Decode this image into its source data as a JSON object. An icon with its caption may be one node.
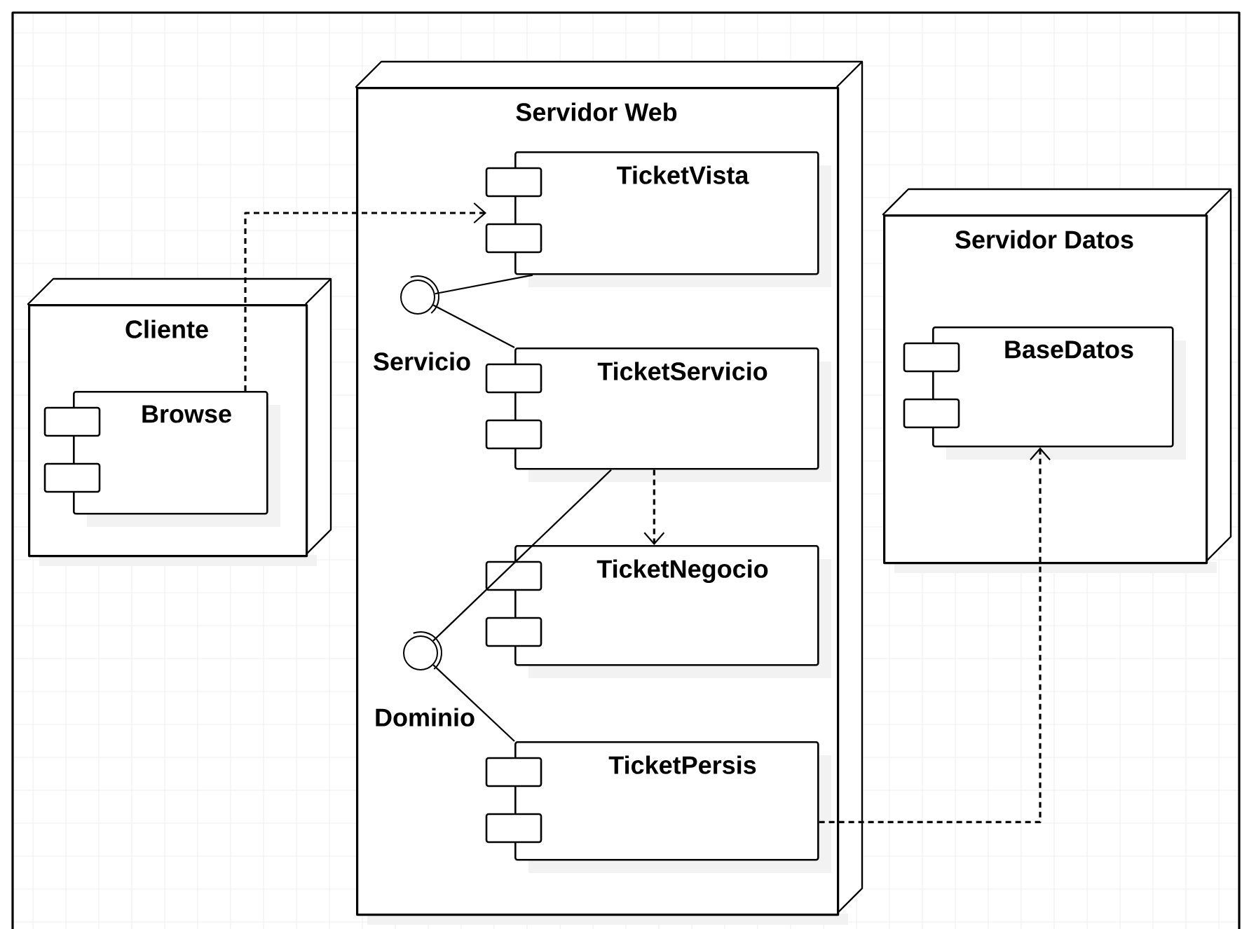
{
  "diagram": {
    "nodes": [
      {
        "text": [
          "Cliente"
        ]
      },
      {
        "text": [
          "Browse"
        ],
        "in": 0
      },
      {
        "text": [
          "Servidor Web"
        ]
      },
      {
        "text": [
          "TicketVista"
        ],
        "in": 2
      },
      {
        "text": [
          "Servicio"
        ],
        "in": 2
      },
      {
        "text": [
          "TicketServicio"
        ],
        "in": 2
      },
      {
        "text": [
          "TicketNegocio"
        ],
        "in": 2
      },
      {
        "text": [
          "Dominio"
        ],
        "in": 2
      },
      {
        "text": [
          "TicketPersis"
        ],
        "in": 2
      },
      {
        "text": [
          "Servidor Datos"
        ]
      },
      {
        "text": [
          "BaseDatos"
        ],
        "in": 9
      }
    ],
    "edges": [
      {
        "from": 1,
        "to": 3,
        "arrow": "to",
        "style": "dashed"
      },
      {
        "from": 3,
        "to": 4,
        "arrow": "none"
      },
      {
        "from": 4,
        "to": 5,
        "arrow": "none"
      },
      {
        "from": 5,
        "to": 6,
        "arrow": "to",
        "style": "dashed"
      },
      {
        "from": 5,
        "to": 7,
        "arrow": "none"
      },
      {
        "from": 7,
        "to": 8,
        "arrow": "none"
      },
      {
        "from": 8,
        "to": 10,
        "arrow": "to",
        "style": "dashed"
      }
    ]
  }
}
